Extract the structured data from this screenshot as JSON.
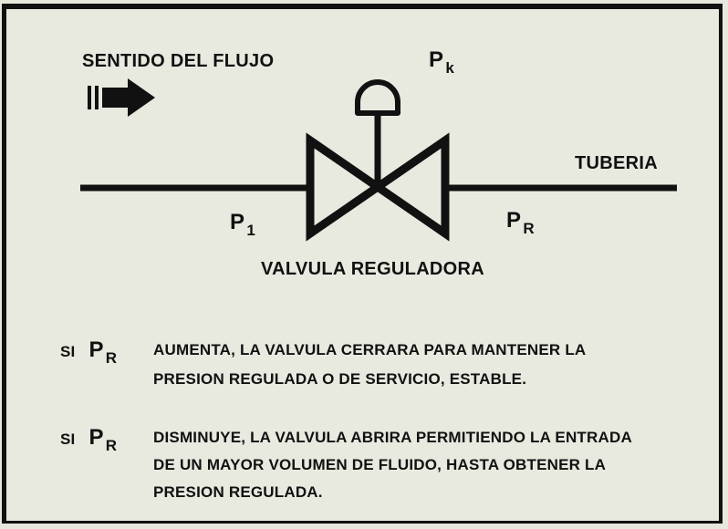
{
  "diagram": {
    "flow_label": "SENTIDO DEL FLUJO",
    "pk_label": "P",
    "pk_sub": "k",
    "pipe_label": "TUBERIA",
    "p1_label": "P",
    "p1_sub": "1",
    "pr_label": "P",
    "pr_sub": "R",
    "valve_caption": "VALVULA  REGULADORA"
  },
  "notes": [
    {
      "prefix": "SI",
      "p": "P",
      "sub": "R",
      "line1": "AUMENTA, LA VALVULA CERRARA PARA MANTENER LA",
      "line2": "PRESION REGULADA O DE SERVICIO, ESTABLE."
    },
    {
      "prefix": "SI",
      "p": "P",
      "sub": "R",
      "line1": "DISMINUYE, LA VALVULA ABRIRA PERMITIENDO LA ENTRADA",
      "line2": "DE UN MAYOR VOLUMEN DE FLUIDO, HASTA OBTENER LA",
      "line3": "PRESION REGULADA."
    }
  ],
  "colors": {
    "ink": "#111111",
    "paper": "#e8e9df"
  }
}
